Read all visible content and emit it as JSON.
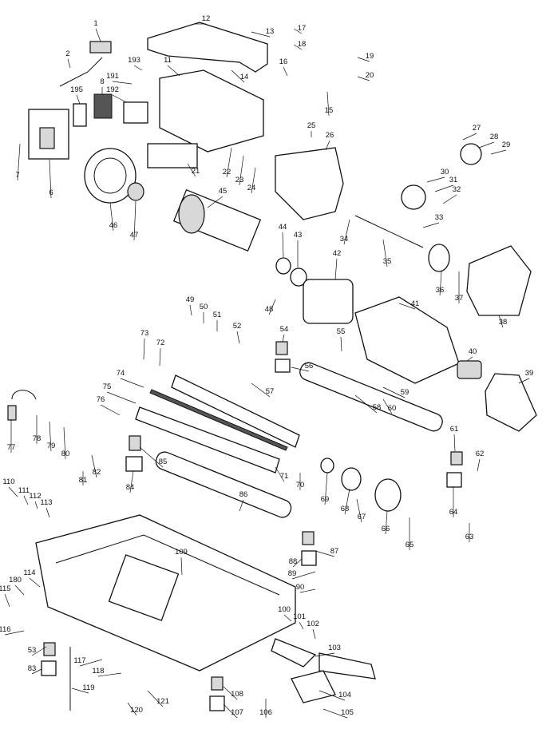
{
  "diagram": {
    "part_numbers": [
      "1",
      "2",
      "6",
      "7",
      "8",
      "11",
      "12",
      "13",
      "14",
      "15",
      "16",
      "17",
      "18",
      "19",
      "20",
      "21",
      "22",
      "23",
      "24",
      "25",
      "26",
      "27",
      "28",
      "29",
      "30",
      "31",
      "32",
      "33",
      "34",
      "35",
      "36",
      "37",
      "38",
      "39",
      "40",
      "41",
      "42",
      "43",
      "44",
      "45",
      "46",
      "47",
      "48",
      "49",
      "50",
      "51",
      "52",
      "53",
      "54",
      "55",
      "56",
      "57",
      "58",
      "59",
      "60",
      "61",
      "62",
      "63",
      "64",
      "65",
      "66",
      "67",
      "68",
      "69",
      "70",
      "71",
      "72",
      "73",
      "74",
      "75",
      "76",
      "77",
      "78",
      "79",
      "80",
      "81",
      "82",
      "83",
      "84",
      "85",
      "86",
      "87",
      "88",
      "89",
      "90",
      "100",
      "101",
      "102",
      "103",
      "104",
      "105",
      "106",
      "107",
      "108",
      "109",
      "110",
      "111",
      "112",
      "113",
      "114",
      "115",
      "116",
      "117",
      "118",
      "119",
      "120",
      "121",
      "180",
      "191",
      "192",
      "193",
      "195"
    ]
  }
}
